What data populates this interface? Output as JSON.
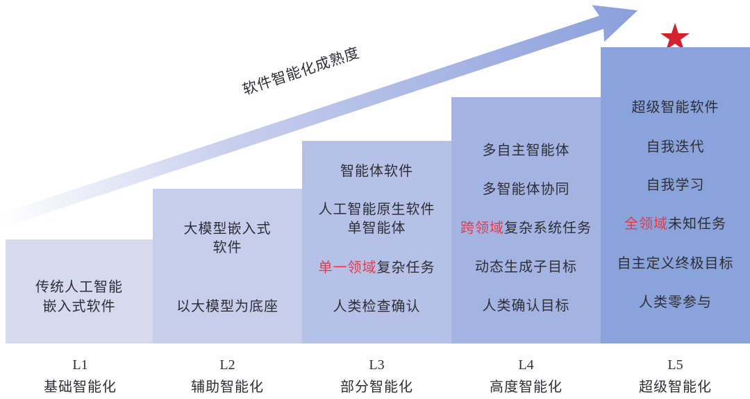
{
  "arrow": {
    "label": "软件智能化成熟度"
  },
  "colors": {
    "highlight": "#e23a4c",
    "star": "#d4212e",
    "columns": [
      "#d5daef",
      "#c7ceec",
      "#b6c1e7",
      "#a4b4e2",
      "#8ba3db"
    ]
  },
  "columns": [
    {
      "code": "L1",
      "name": "基础智能化",
      "lines": [
        {
          "red": "",
          "text": "传统人工智能"
        },
        {
          "red": "",
          "text": "嵌入式软件"
        },
        {
          "red": "",
          "text": ""
        }
      ]
    },
    {
      "code": "L2",
      "name": "辅助智能化",
      "lines": [
        {
          "red": "",
          "text": "大模型嵌入式"
        },
        {
          "red": "",
          "text": "软件"
        },
        {
          "red": "",
          "text": "以大模型为底座"
        }
      ]
    },
    {
      "code": "L3",
      "name": "部分智能化",
      "lines": [
        {
          "red": "",
          "text": "智能体软件"
        },
        {
          "red": "",
          "text": "人工智能原生软件"
        },
        {
          "red": "",
          "text": "单智能体"
        },
        {
          "red": "单一领域",
          "text": "复杂任务"
        },
        {
          "red": "",
          "text": "人类检查确认"
        }
      ]
    },
    {
      "code": "L4",
      "name": "高度智能化",
      "lines": [
        {
          "red": "",
          "text": "多自主智能体"
        },
        {
          "red": "",
          "text": "多智能体协同"
        },
        {
          "red": "跨领域",
          "text": "复杂系统任务"
        },
        {
          "red": "",
          "text": "动态生成子目标"
        },
        {
          "red": "",
          "text": "人类确认目标"
        }
      ]
    },
    {
      "code": "L5",
      "name": "超级智能化",
      "lines": [
        {
          "red": "",
          "text": "超级智能软件"
        },
        {
          "red": "",
          "text": "自我迭代"
        },
        {
          "red": "",
          "text": "自我学习"
        },
        {
          "red": "全领域",
          "text": "未知任务"
        },
        {
          "red": "",
          "text": "自主定义终极目标"
        },
        {
          "red": "",
          "text": "人类零参与"
        }
      ]
    }
  ]
}
